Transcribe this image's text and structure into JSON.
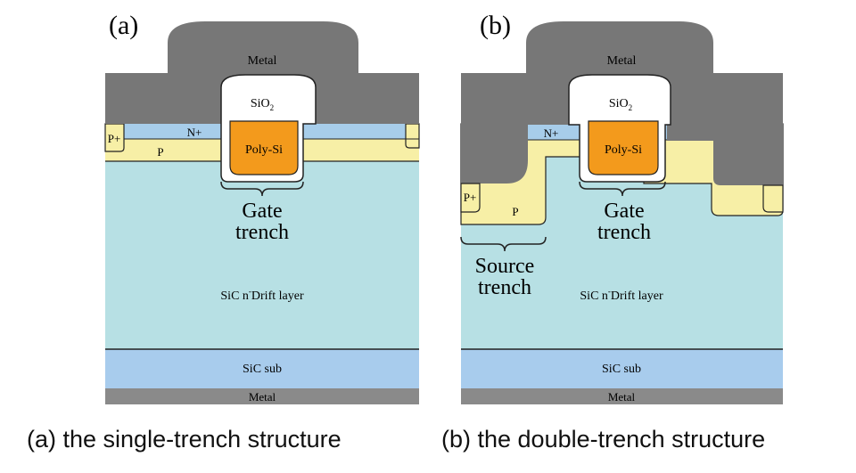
{
  "panel_a": {
    "tag": "(a)",
    "metal_top": "Metal",
    "oxide": "SiO",
    "oxide_sub": "2",
    "poly": "Poly-Si",
    "nplus": "N+",
    "pplus": "P+",
    "p": "P",
    "gate_line1": "Gate",
    "gate_line2": "trench",
    "drift_pre": "SiC n",
    "drift_sup": "-",
    "drift_post": "Drift layer",
    "sub": "SiC sub",
    "metal_bottom": "Metal",
    "caption": "(a) the single-trench structure"
  },
  "panel_b": {
    "tag": "(b)",
    "metal_top": "Metal",
    "oxide": "SiO",
    "oxide_sub": "2",
    "poly": "Poly-Si",
    "nplus": "N+",
    "pplus": "P+",
    "p": "P",
    "gate_line1": "Gate",
    "gate_line2": "trench",
    "source_line1": "Source",
    "source_line2": "trench",
    "drift_pre": "SiC n",
    "drift_sup": "-",
    "drift_post": "Drift layer",
    "sub": "SiC sub",
    "metal_bottom": "Metal",
    "caption": "(b) the double-trench structure"
  },
  "colors": {
    "metal": "#777777",
    "oxide": "#ffffff",
    "poly": "#f39a1c",
    "nplus": "#a7cdea",
    "p_region": "#f7efa6",
    "drift": "#b7e0e4",
    "substrate": "#a8cced",
    "bottom_metal": "#8a8a8a"
  }
}
